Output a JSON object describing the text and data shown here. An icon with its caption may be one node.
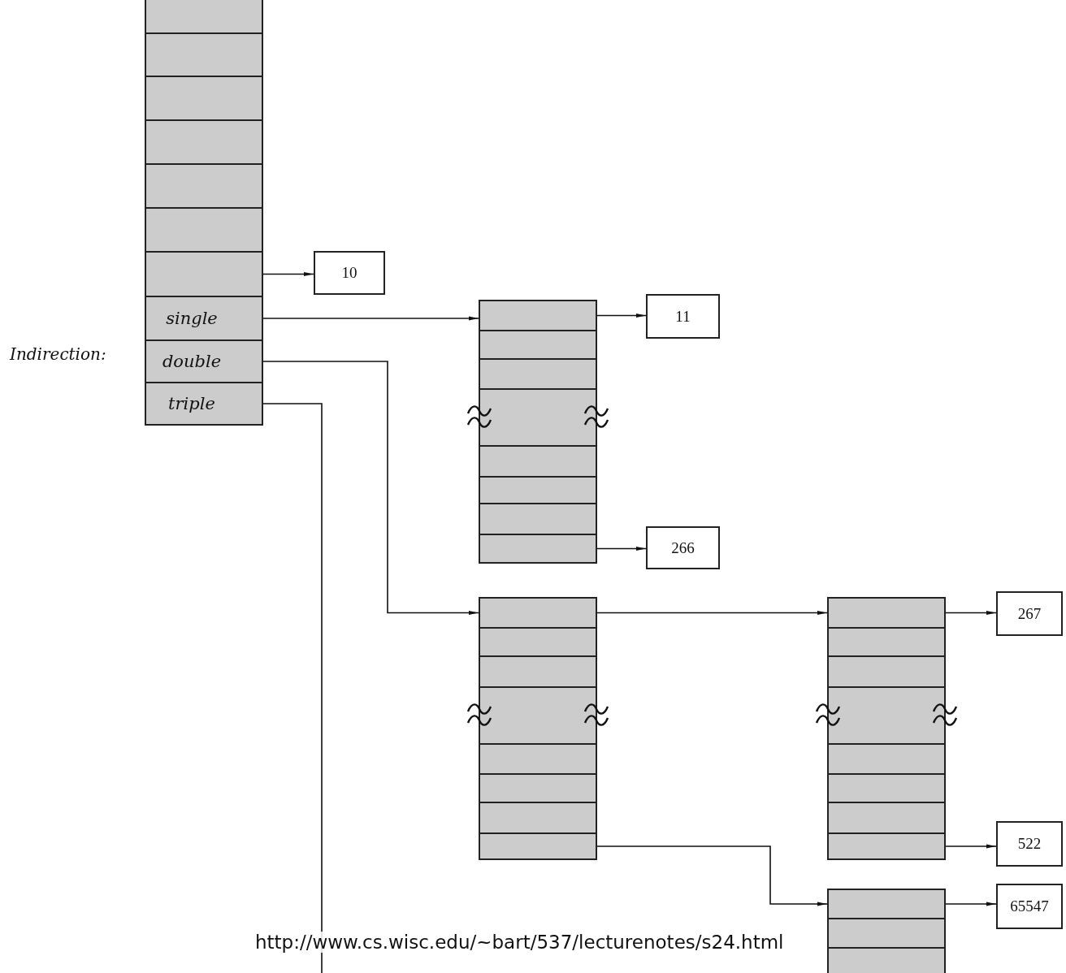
{
  "diagram": {
    "nodes": [
      {
        "text": [],
        "shape": "box"
      },
      {
        "text": [],
        "shape": "box",
        "in": 0
      },
      {
        "text": [
          "single"
        ],
        "in": 0
      },
      {
        "text": [
          "double"
        ],
        "in": 0
      },
      {
        "text": [
          "triple"
        ],
        "in": 0
      },
      {
        "text": [
          "10"
        ]
      },
      {
        "text": [],
        "shape": "box"
      },
      {
        "text": [],
        "shape": "box",
        "in": 6
      },
      {
        "text": [],
        "shape": "box",
        "in": 6
      },
      {
        "text": [
          "11"
        ]
      },
      {
        "text": [
          "266"
        ]
      },
      {
        "text": [],
        "shape": "box"
      },
      {
        "text": [],
        "shape": "box",
        "in": 11
      },
      {
        "text": [],
        "shape": "box",
        "in": 11
      },
      {
        "text": [],
        "shape": "box"
      },
      {
        "text": [],
        "shape": "box",
        "in": 14
      },
      {
        "text": [],
        "shape": "box",
        "in": 14
      },
      {
        "text": [
          "267"
        ]
      },
      {
        "text": [
          "522"
        ]
      },
      {
        "text": [],
        "shape": "box"
      },
      {
        "text": [],
        "shape": "box",
        "in": 19
      },
      {
        "text": [
          "65547"
        ]
      }
    ],
    "edges": [
      {
        "from": 1,
        "to": 5,
        "arrow": "to"
      },
      {
        "from": 2,
        "to": 7,
        "arrow": "to"
      },
      {
        "from": 3,
        "to": 12,
        "arrow": "to"
      },
      {
        "from": 4,
        "to": null,
        "arrow": "none"
      },
      {
        "from": 7,
        "to": 9,
        "arrow": "to"
      },
      {
        "from": 8,
        "to": 10,
        "arrow": "to"
      },
      {
        "from": 12,
        "to": 15,
        "arrow": "to"
      },
      {
        "from": 13,
        "to": 20,
        "arrow": "to"
      },
      {
        "from": 15,
        "to": 17,
        "arrow": "to"
      },
      {
        "from": 16,
        "to": 18,
        "arrow": "to"
      },
      {
        "from": 20,
        "to": 21,
        "arrow": "to"
      }
    ],
    "labels": [
      "Indirection:",
      "http://www.cs.wisc.edu/~bart/537/lecturenotes/s24.html"
    ]
  }
}
